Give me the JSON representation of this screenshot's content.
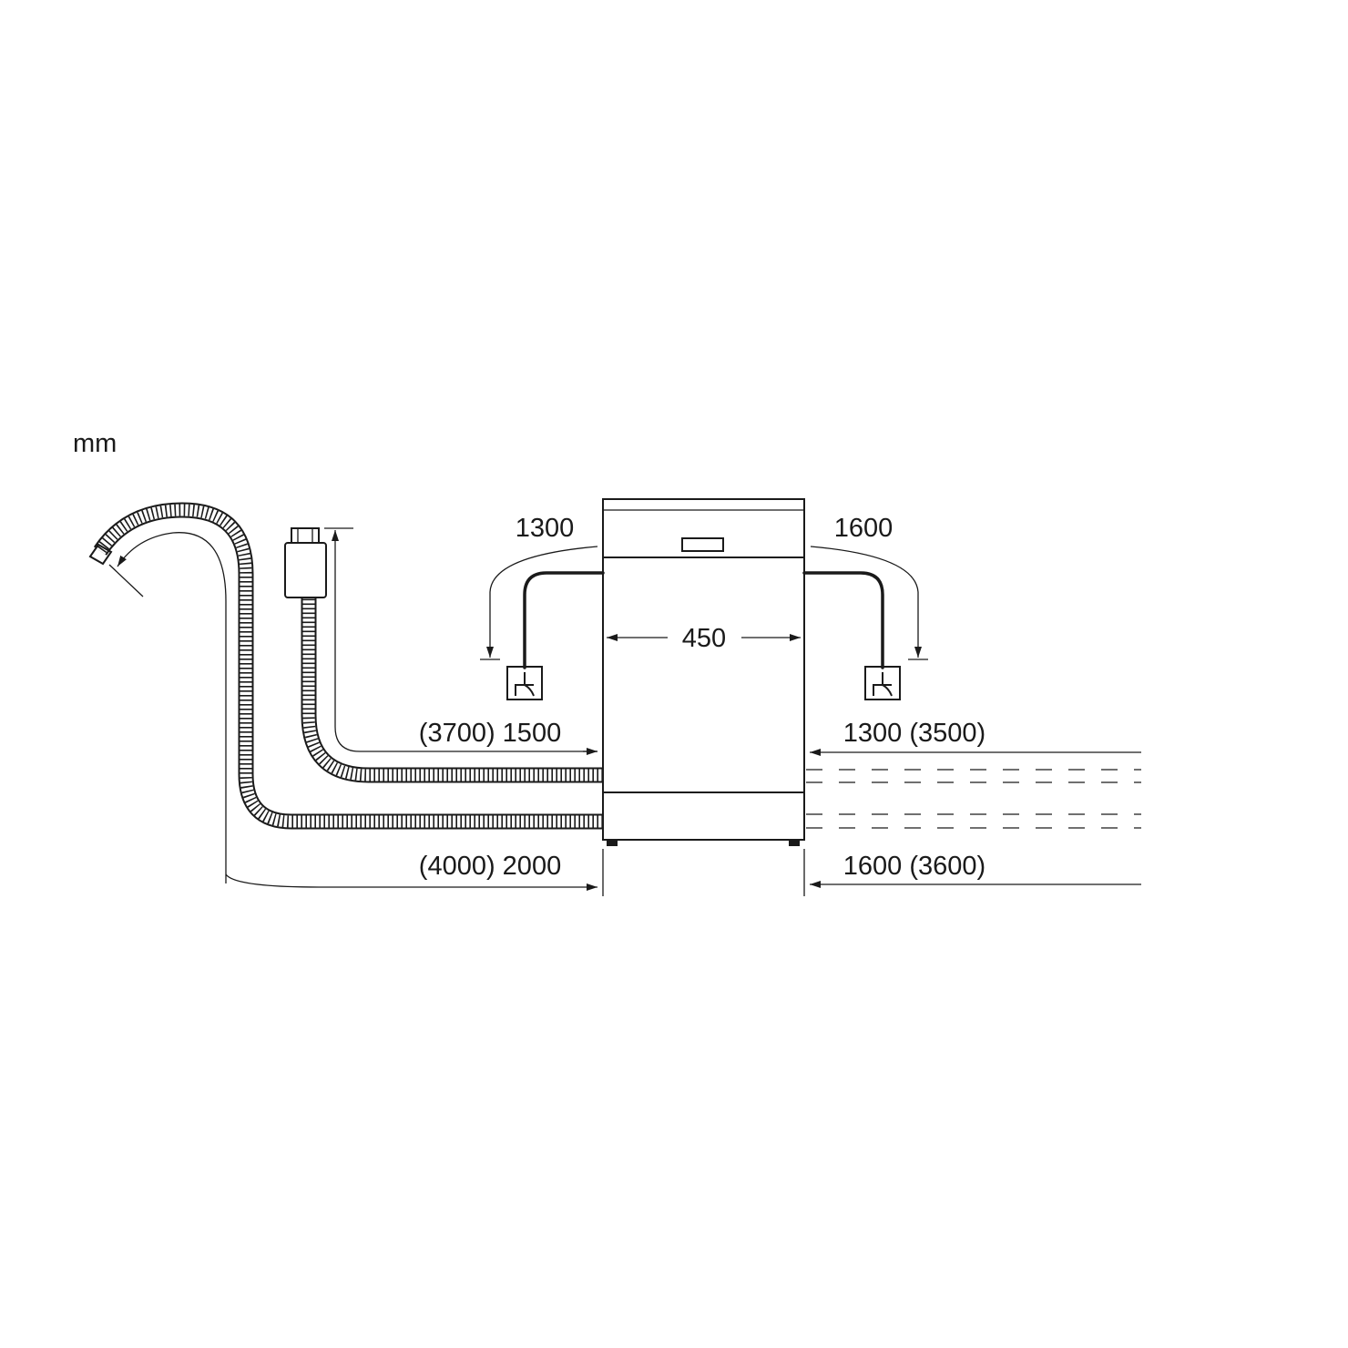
{
  "unit": "mm",
  "appliance": {
    "width": "450"
  },
  "inlet_left": "1300",
  "inlet_right": "1600",
  "hoses": {
    "water_left": "(3700) 1500",
    "water_right": "1300 (3500)",
    "drain_left": "(4000) 2000",
    "drain_right": "1600 (3600)"
  },
  "icons": {
    "supply_tap_left": "water-tap-icon",
    "supply_tap_right": "water-tap-icon",
    "aquastop_valve": "aquastop-valve-icon",
    "drain_hook": "drain-hose-hook-icon"
  }
}
